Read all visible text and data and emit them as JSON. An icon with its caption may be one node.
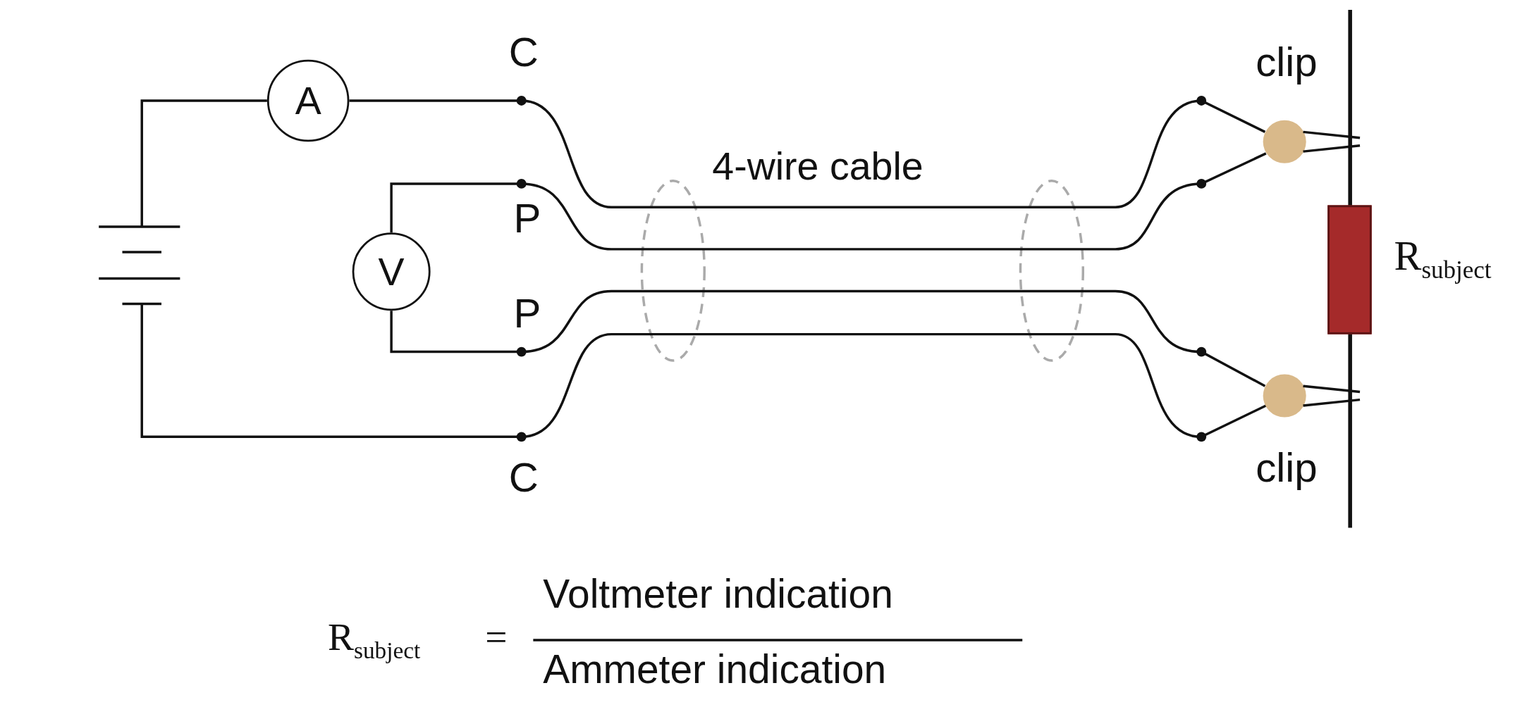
{
  "diagram": {
    "nodes": [
      {
        "text": [
          "A"
        ]
      },
      {
        "text": [
          "V"
        ]
      },
      {
        "text": [],
        "shape": "battery"
      },
      {
        "text": [],
        "shape": "resistor",
        "beside": [
          "R$_{subject}$"
        ]
      },
      {
        "text": [
          "clip"
        ]
      },
      {
        "text": [
          "clip"
        ]
      }
    ],
    "edges": [
      {
        "from": 2,
        "to": 0,
        "arrow": "none"
      },
      {
        "from": 0,
        "to": 4,
        "arrow": "none"
      },
      {
        "from": 1,
        "to": 4,
        "arrow": "none"
      },
      {
        "from": 1,
        "to": 5,
        "arrow": "none"
      },
      {
        "from": 2,
        "to": 5,
        "arrow": "none"
      }
    ],
    "labels": [
      "C",
      "4-wire cable",
      "P",
      "P",
      "C",
      "R$_{subject}$",
      "=",
      "Voltmeter indication",
      "Ammeter indication"
    ]
  }
}
